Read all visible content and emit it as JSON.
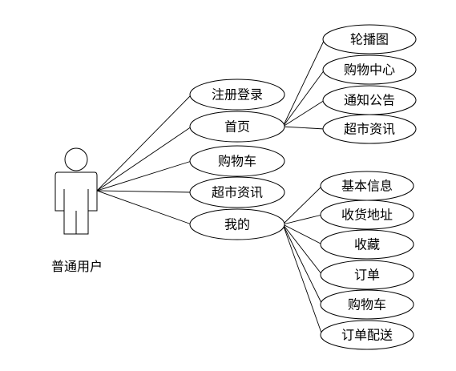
{
  "actor": {
    "label": "普通用户"
  },
  "primary_use_cases": [
    {
      "id": "register",
      "label": "注册登录"
    },
    {
      "id": "home",
      "label": "首页"
    },
    {
      "id": "cart",
      "label": "购物车"
    },
    {
      "id": "news",
      "label": "超市资讯"
    },
    {
      "id": "mine",
      "label": "我的"
    }
  ],
  "home_children": [
    {
      "id": "carousel",
      "label": "轮播图"
    },
    {
      "id": "shopping-center",
      "label": "购物中心"
    },
    {
      "id": "notice",
      "label": "通知公告"
    },
    {
      "id": "market-news",
      "label": "超市资讯"
    }
  ],
  "mine_children": [
    {
      "id": "basic-info",
      "label": "基本信息"
    },
    {
      "id": "address",
      "label": "收货地址"
    },
    {
      "id": "favorites",
      "label": "收藏"
    },
    {
      "id": "orders",
      "label": "订单"
    },
    {
      "id": "mine-cart",
      "label": "购物车"
    },
    {
      "id": "delivery",
      "label": "订单配送"
    }
  ]
}
